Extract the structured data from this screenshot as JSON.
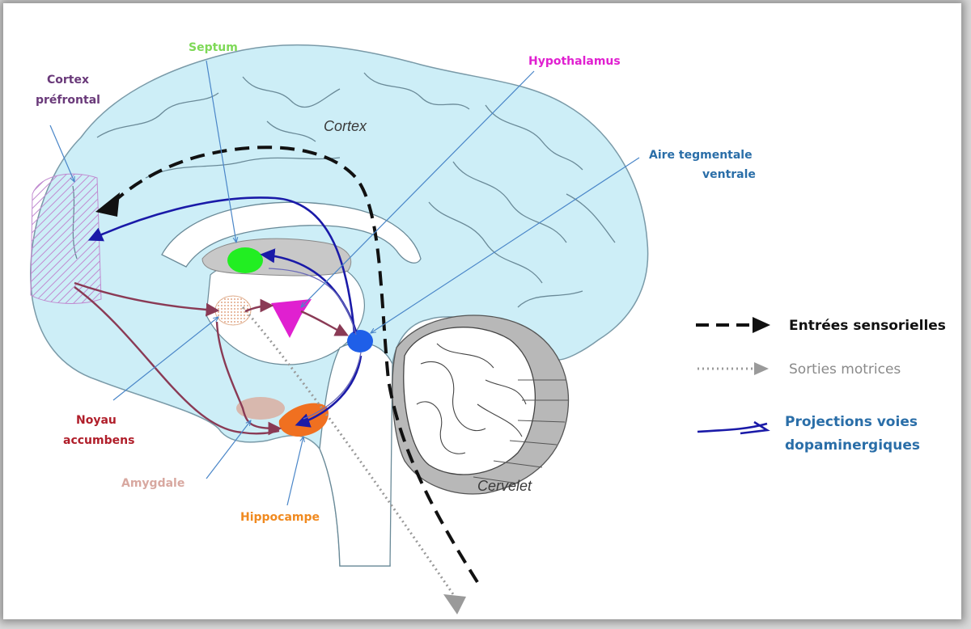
{
  "labels": {
    "septum": "Septum",
    "hypothalamus": "Hypothalamus",
    "cortex_prefrontal_1": "Cortex",
    "cortex_prefrontal_2": "préfrontal",
    "cortex": "Cortex",
    "aire_1": "Aire tegmentale",
    "aire_2": "ventrale",
    "noyau_1": "Noyau",
    "noyau_2": "accumbens",
    "amygdale": "Amygdale",
    "hippocampe": "Hippocampe",
    "cervelet": "Cervelet"
  },
  "legend": {
    "sensory": "Entrées sensorielles",
    "motor": "Sorties motrices",
    "dopa_1": "Projections voies",
    "dopa_2": "dopaminergiques"
  },
  "colors": {
    "septum": "#7ed957",
    "hypothalamus": "#e020d0",
    "cortex_prefrontal": "#6a3a7a",
    "aire_tegmentale": "#2a6ea8",
    "noyau_accumbens": "#b01e2a",
    "amygdale": "#d8a8a0",
    "hippocampe": "#f08a20",
    "dopamine_path": "#1a1aa8",
    "brain_fill": "#cdeef7"
  },
  "icons": {
    "sensory": "dashed-arrow-icon",
    "motor": "dotted-arrow-icon",
    "dopamine": "double-arrow-icon"
  }
}
